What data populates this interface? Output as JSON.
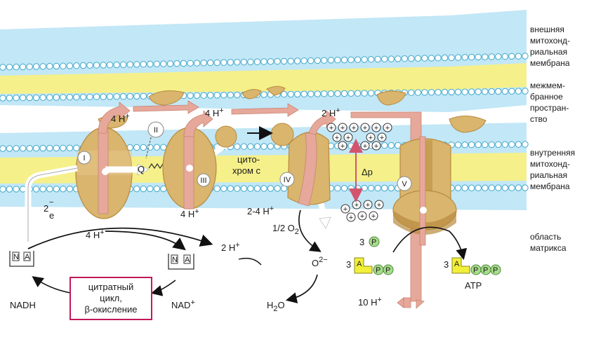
{
  "colors": {
    "outer_band": "#8fd3ee",
    "yellow_band": "#f5f08a",
    "lipid_bead": "#ffffff",
    "protein": "#d9b56e",
    "protein_dark": "#b88a3e",
    "arrow_pink": "#e6a89a",
    "box_border": "#c2185b",
    "atp_yellow": "#f2ef3a",
    "atp_green": "#a8dc8a"
  },
  "side_labels": {
    "outer_membrane": [
      "внешняя",
      "митохонд-",
      "риальная",
      "мембрана"
    ],
    "intermembrane": [
      "межмем-",
      "бранное",
      "простран-",
      "ство"
    ],
    "inner_membrane": [
      "внутренняя",
      "митохонд-",
      "риальная",
      "мембрана"
    ],
    "matrix": [
      "область",
      "матрикса"
    ]
  },
  "complexes": {
    "c1": "I",
    "c2": "II",
    "c3": "III",
    "c4": "IV",
    "c5": "V",
    "quinone": "Q",
    "cytochrome": [
      "цито-",
      "хром с"
    ]
  },
  "protons": {
    "p_1": "4 H",
    "p_2": "4 H",
    "p_3": "2 H",
    "p_4": "4 H",
    "p_5": "4 H",
    "p_6": "2 H",
    "p_7": "2-4 H",
    "p_8": "10 H"
  },
  "charge_signs": {
    "plus": "+",
    "minus": "−"
  },
  "labels": {
    "electrons": "2",
    "electron_symbol": "e",
    "half_o2": "1/2 O",
    "o2_sub": "2",
    "o_ion": "O",
    "o_ion_sup": "2",
    "water": "H",
    "water_sub": "2",
    "water_tail": "O",
    "delta_p": "Δp",
    "nadh": "NADH",
    "nad": "NAD",
    "atp": "ATP",
    "n_letter": "N",
    "a_letter": "A",
    "p_letter": "P",
    "coef_3a": "3",
    "coef_3b": "3",
    "coef_3c": "3",
    "citrate_box": [
      "цитратный",
      "цикл,",
      "β-окисление"
    ]
  }
}
